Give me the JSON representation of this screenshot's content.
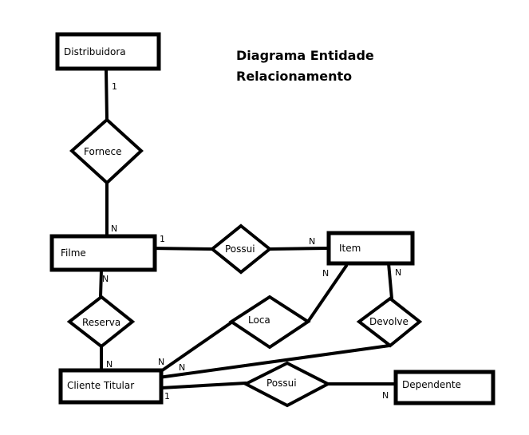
{
  "diagram": {
    "title_line1": "Diagrama Entidade",
    "title_line2": "Relacionamento",
    "entities": {
      "distribuidora": "Distribuidora",
      "filme": "Filme",
      "item": "Item",
      "cliente_titular": "Cliente Titular",
      "dependente": "Dependente"
    },
    "relationships": {
      "fornece": "Fornece",
      "possui_filme_item": "Possui",
      "reserva": "Reserva",
      "loca": "Loca",
      "devolve": "Devolve",
      "possui_cliente_dependente": "Possui"
    },
    "cardinalities": {
      "distribuidora_fornece": "1",
      "filme_fornece": "N",
      "filme_possui": "1",
      "item_possui": "N",
      "filme_reserva": "N",
      "cliente_reserva": "N",
      "item_loca": "N",
      "item_devolve": "N",
      "cliente_loca": "N",
      "cliente_devolve": "N",
      "cliente_possui": "1",
      "dependente_possui": "N"
    }
  }
}
